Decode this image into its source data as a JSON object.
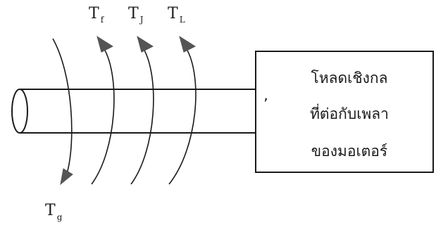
{
  "diagram": {
    "torques": [
      {
        "id": "f",
        "base": "T",
        "sub": "f"
      },
      {
        "id": "j",
        "base": "T",
        "sub": "J"
      },
      {
        "id": "l",
        "base": "T",
        "sub": "L"
      },
      {
        "id": "g",
        "base": "T",
        "sub": "g"
      }
    ],
    "load": {
      "lines": [
        "โหลดเชิงกล",
        "ที่ต่อกับเพลา",
        "ของมอเตอร์"
      ],
      "mark": "ʼ"
    }
  },
  "colors": {
    "ink": "#1a1a1a",
    "arrowhead": "#555555",
    "background": "#ffffff"
  }
}
